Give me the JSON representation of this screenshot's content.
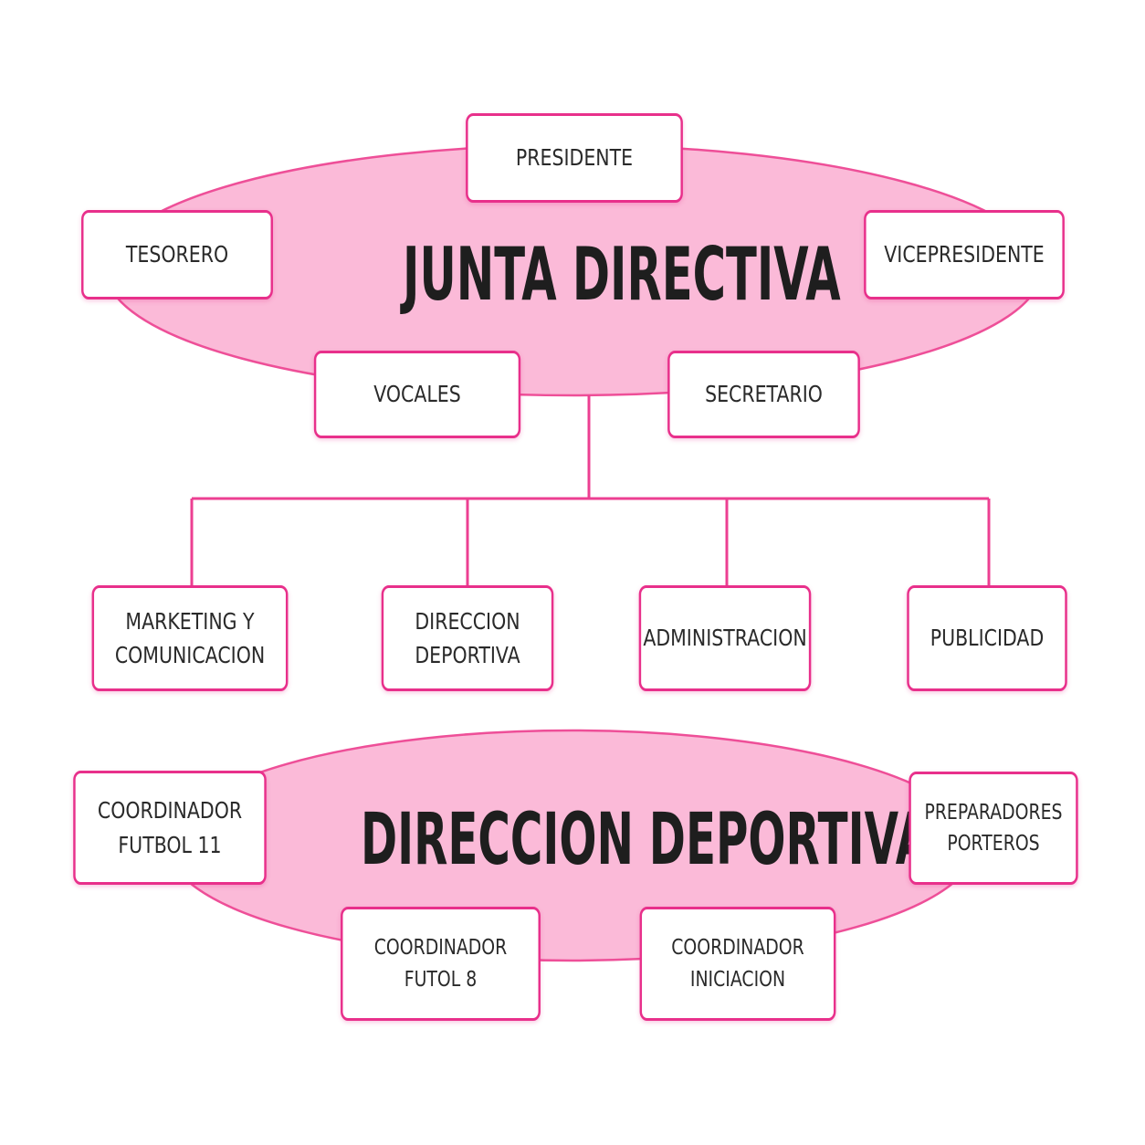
{
  "junta": {
    "title": "JUNTA DIRECTIVA",
    "members": {
      "presidente": "PRESIDENTE",
      "tesorero": "TESORERO",
      "vicepresidente": "VICEPRESIDENTE",
      "vocales": "VOCALES",
      "secretario": "SECRETARIO"
    }
  },
  "departments": {
    "marketing": "MARKETING Y\nCOMUNICACION",
    "direccion": "DIRECCION\nDEPORTIVA",
    "administracion": "ADMINISTRACION",
    "publicidad": "PUBLICIDAD"
  },
  "direccion_deportiva": {
    "title": "DIRECCION DEPORTIVA",
    "members": {
      "coord_f11": "COORDINADOR\nFUTBOL 11",
      "preparadores": "PREPARADORES\nPORTEROS",
      "coord_f8": "COORDINADOR\nFUTOL 8",
      "coord_iniciacion": "COORDINADOR\nINICIACION"
    }
  },
  "colors": {
    "border": "#e8308b",
    "ellipse_fill": "#fbbad8",
    "text": "#2a2a2a"
  }
}
